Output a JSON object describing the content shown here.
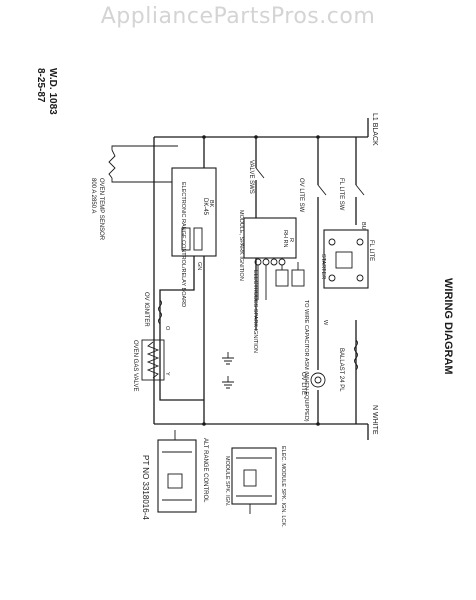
{
  "watermark": "AppliancePartsPros.com",
  "doc": {
    "number": "W.D. 1083",
    "date": "8-25-87",
    "title": "WIRING DIAGRAM",
    "part_no": "PT NO 3318016-4"
  },
  "wires": {
    "l1": "L1 BLACK",
    "n": "N WHITE"
  },
  "components": {
    "clock_module": "ELECTRONIC RANGE CONTROL/RELAY BOARD",
    "clock_module_id": "DK-45",
    "oven_temp_sensor": "OVEN TEMP SENSOR",
    "sensor_rating": "800 A 2850 A",
    "valve_sws": "VALVE SWS",
    "spark_module": "MODULE, SPARK IGNITION",
    "rh_rn": "RH RN",
    "electrodes": "ELECTRODES SPARK IGNITION",
    "capacitor": "TO WIRE CAPACITOR ASM (WHEN EQUIPPED)",
    "ov_lite_sw": "OV LITE SW",
    "ov_lite": "OV LITE",
    "fl_lite_sw": "FL LITE SW",
    "fl_lite": "FL LITE",
    "starter": "STARTER",
    "ballast": "BALLAST 24 PL",
    "ov_igniter": "OV IGNITER",
    "oven_gas_valve": "OVEN GAS VALVE",
    "range_control": "ALT RANGE CONTROL",
    "elec_module": "ELEC. MODULE SPK. IGN. LCK.",
    "module_sw": "MODULE SPK. IGN."
  },
  "wire_colors": {
    "bk": "BK",
    "w": "W",
    "bu": "BU",
    "gn": "GN",
    "r": "R",
    "y": "Y",
    "o": "O"
  }
}
